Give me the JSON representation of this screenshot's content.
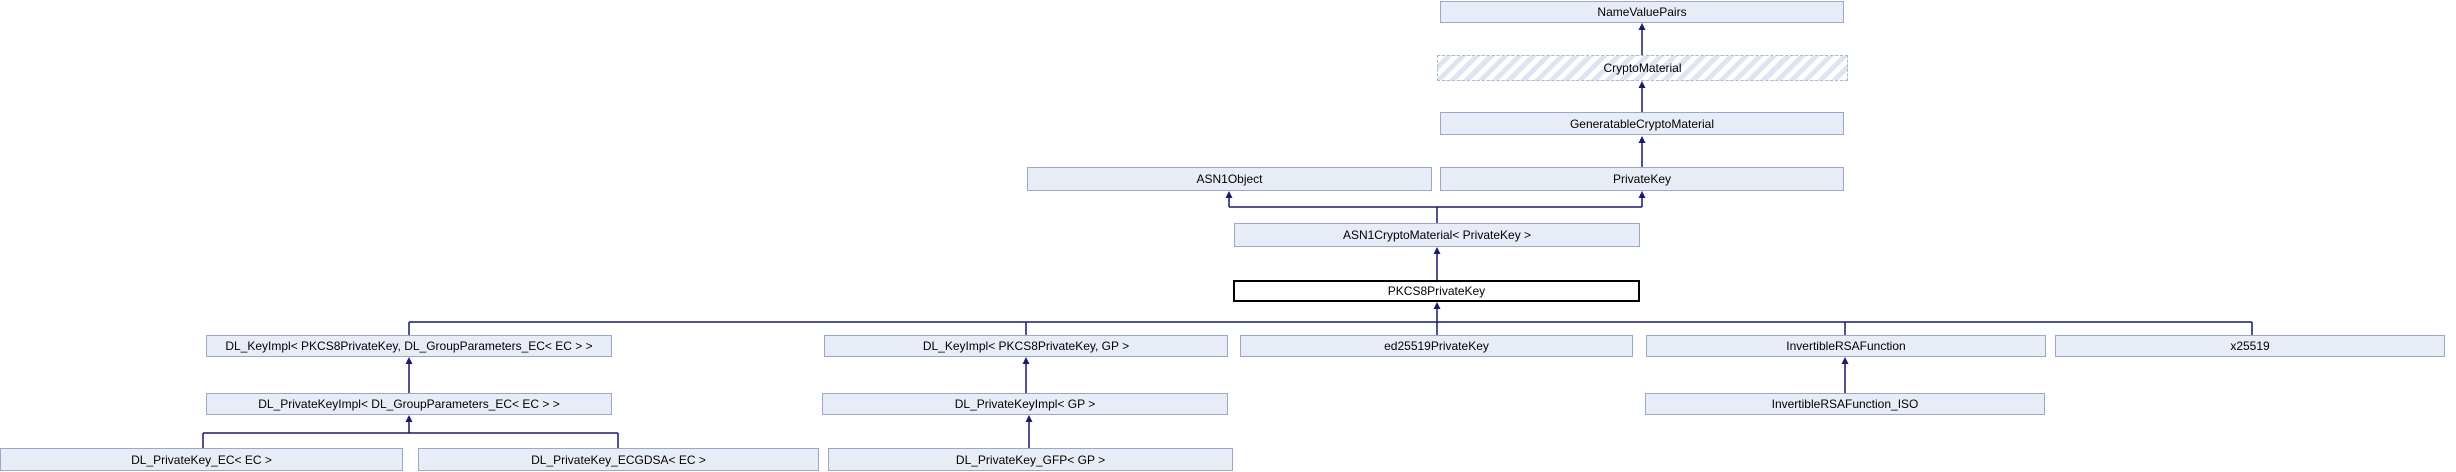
{
  "diagram": {
    "type": "class-inheritance",
    "current_class": "PKCS8PrivateKey",
    "colors": {
      "background": "#ffffff",
      "node_fill": "#e8ecf6",
      "node_border": "#99a7c9",
      "hatch_stripe": "#dfe4f1",
      "dashed_border": "#a9b7d8",
      "current_node_border": "#000000",
      "edge": "#191970"
    },
    "nodes": [
      {
        "label": "NameValuePairs"
      },
      {
        "label": "CryptoMaterial",
        "style": "dashed-hatched"
      },
      {
        "label": "GeneratableCryptoMaterial"
      },
      {
        "label": "ASN1Object"
      },
      {
        "label": "PrivateKey"
      },
      {
        "label": "ASN1CryptoMaterial< PrivateKey >"
      },
      {
        "label": "PKCS8PrivateKey",
        "style": "current"
      },
      {
        "label": "DL_KeyImpl< PKCS8PrivateKey, DL_GroupParameters_EC< EC > >"
      },
      {
        "label": "DL_KeyImpl< PKCS8PrivateKey, GP >"
      },
      {
        "label": "ed25519PrivateKey"
      },
      {
        "label": "InvertibleRSAFunction"
      },
      {
        "label": "x25519"
      },
      {
        "label": "DL_PrivateKeyImpl< DL_GroupParameters_EC< EC > >"
      },
      {
        "label": "DL_PrivateKeyImpl< GP >"
      },
      {
        "label": "InvertibleRSAFunction_ISO"
      },
      {
        "label": "DL_PrivateKey_EC< EC >"
      },
      {
        "label": "DL_PrivateKey_ECGDSA< EC >"
      },
      {
        "label": "DL_PrivateKey_GFP< GP >"
      }
    ],
    "edges": [
      {
        "from": "CryptoMaterial",
        "to": "NameValuePairs"
      },
      {
        "from": "GeneratableCryptoMaterial",
        "to": "CryptoMaterial"
      },
      {
        "from": "PrivateKey",
        "to": "GeneratableCryptoMaterial"
      },
      {
        "from": "ASN1CryptoMaterial< PrivateKey >",
        "to": "ASN1Object"
      },
      {
        "from": "ASN1CryptoMaterial< PrivateKey >",
        "to": "PrivateKey"
      },
      {
        "from": "PKCS8PrivateKey",
        "to": "ASN1CryptoMaterial< PrivateKey >"
      },
      {
        "from": "DL_KeyImpl< PKCS8PrivateKey, DL_GroupParameters_EC< EC > >",
        "to": "PKCS8PrivateKey"
      },
      {
        "from": "DL_KeyImpl< PKCS8PrivateKey, GP >",
        "to": "PKCS8PrivateKey"
      },
      {
        "from": "ed25519PrivateKey",
        "to": "PKCS8PrivateKey"
      },
      {
        "from": "InvertibleRSAFunction",
        "to": "PKCS8PrivateKey"
      },
      {
        "from": "x25519",
        "to": "PKCS8PrivateKey"
      },
      {
        "from": "DL_PrivateKeyImpl< DL_GroupParameters_EC< EC > >",
        "to": "DL_KeyImpl< PKCS8PrivateKey, DL_GroupParameters_EC< EC > >"
      },
      {
        "from": "DL_PrivateKeyImpl< GP >",
        "to": "DL_KeyImpl< PKCS8PrivateKey, GP >"
      },
      {
        "from": "InvertibleRSAFunction_ISO",
        "to": "InvertibleRSAFunction"
      },
      {
        "from": "DL_PrivateKey_EC< EC >",
        "to": "DL_PrivateKeyImpl< DL_GroupParameters_EC< EC > >"
      },
      {
        "from": "DL_PrivateKey_ECGDSA< EC >",
        "to": "DL_PrivateKeyImpl< DL_GroupParameters_EC< EC > >"
      },
      {
        "from": "DL_PrivateKey_GFP< GP >",
        "to": "DL_PrivateKeyImpl< GP >"
      }
    ]
  }
}
